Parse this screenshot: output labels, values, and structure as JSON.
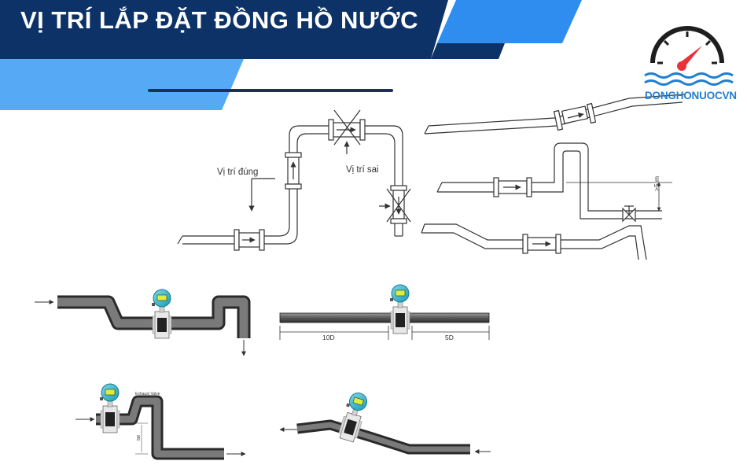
{
  "header": {
    "title": "VỊ TRÍ LẮP ĐẶT ĐỒNG HỒ NƯỚC",
    "colors": {
      "navy": "#0c3267",
      "blue": "#2f8df0",
      "light_blue": "#56aaf5"
    }
  },
  "logo": {
    "text": "DONGHONUOCVN",
    "icon": "gauge-water-icon",
    "colors": {
      "dial": "#1e1e1e",
      "needle": "#e8333b",
      "waves": "#1f7fd1"
    }
  },
  "diagrams": {
    "top_left": {
      "label_correct": "Vị trí đúng",
      "label_wrong": "Vị trí sai"
    },
    "top_right": {
      "label_height": ">5 m"
    },
    "middle_right": {
      "label_upstream": "10D",
      "label_downstream": "5D"
    },
    "bottom_left": {
      "label_valve": "Exhaust Valve",
      "label_height": "5M"
    }
  }
}
